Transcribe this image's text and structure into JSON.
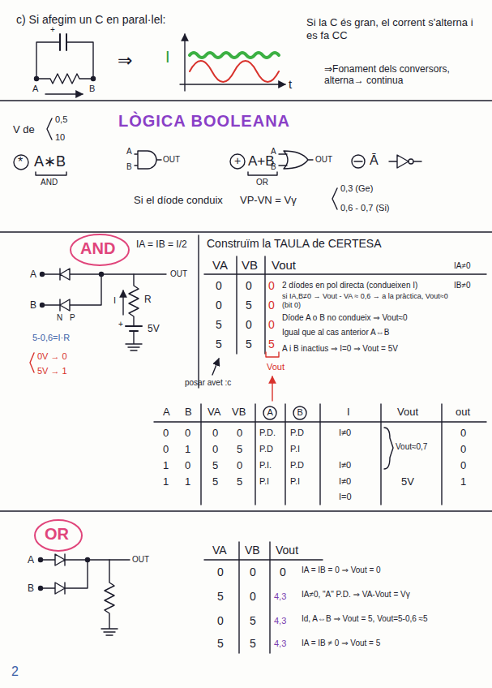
{
  "diagram": {
    "title": "LÒGICA BOOLEANA",
    "nodes": [
      {
        "text": [
          "AND"
        ]
      },
      {
        "text": [
          "OR"
        ]
      }
    ],
    "labels": [
      "c) Si afegim un C en paral·lel:",
      "+",
      "A",
      "B",
      "⇒",
      "I",
      "t",
      "Si la C és gran, el corrent s'alterna i es fa CC",
      "⇒Fonament dels conversors, alterna→ continua",
      "V de",
      "0,5",
      "10",
      "*",
      "A∗B",
      "AND",
      "A",
      "B",
      "OUT",
      "+",
      "A+B",
      "OR",
      "A",
      "B",
      "OUT",
      "Ā",
      "Si el díode conduix",
      "VP-VN = Vγ",
      "0,3 (Ge)",
      "0,6 - 0,7 (Si)",
      "IA = IB = I/2",
      "A",
      "B",
      "N",
      "P",
      "OUT",
      "I",
      "R",
      "+",
      "5V",
      "5-0,6=I·R",
      "0V → 0",
      "5V → 1",
      "Construïm la TAULA de CERTESA",
      "VA",
      "VB",
      "Vout",
      "0",
      "0",
      "0",
      "5",
      "5",
      "0",
      "5",
      "5",
      "0",
      "0",
      "0",
      "5",
      "2 díodes en pol directa (condueixen I)",
      "si IA,B≠0 → Vout - VA ≈ 0,6 → a la pràctica, Vout≈0 (bit 0)",
      "Díode A o B no condueix ⇒ Vout≈0",
      "Igual que al cas anterior A⇔B",
      "A i B inactius ⇒ I=0 ⇒ Vout = 5V",
      "IA≠0",
      "IB≠0",
      "Vout",
      "posar avet :c",
      "A",
      "B",
      "VA",
      "VB",
      "A",
      "B",
      "I",
      "Vout",
      "out",
      "0",
      "0",
      "0",
      "0",
      "P.D.",
      "P.D",
      "I≠0",
      "0",
      "1",
      "0",
      "5",
      "P.D",
      "P.I",
      "1",
      "0",
      "5",
      "0",
      "P.I.",
      "P.D",
      "I≠0",
      "1",
      "1",
      "5",
      "5",
      "P.I",
      "P.I",
      "I≠0",
      "I=0",
      "Vout≈0,7",
      "5V",
      "0",
      "0",
      "0",
      "1",
      "A",
      "B",
      "OUT",
      "VA",
      "VB",
      "Vout",
      "0",
      "0",
      "0",
      "5",
      "0",
      "4,3",
      "0",
      "5",
      "4,3",
      "5",
      "5",
      "4,3",
      "IA = IB = 0 ⇒ Vout = 0",
      "IA≠0, \"A\" P.D. ⇒ VA-Vout = Vγ",
      "Id, A⇔B ⇒ Vout = 5, Vout=5-0,6 ≈5",
      "IA = IB ≠ 0 ⇒ Vout = 5",
      "2"
    ]
  }
}
